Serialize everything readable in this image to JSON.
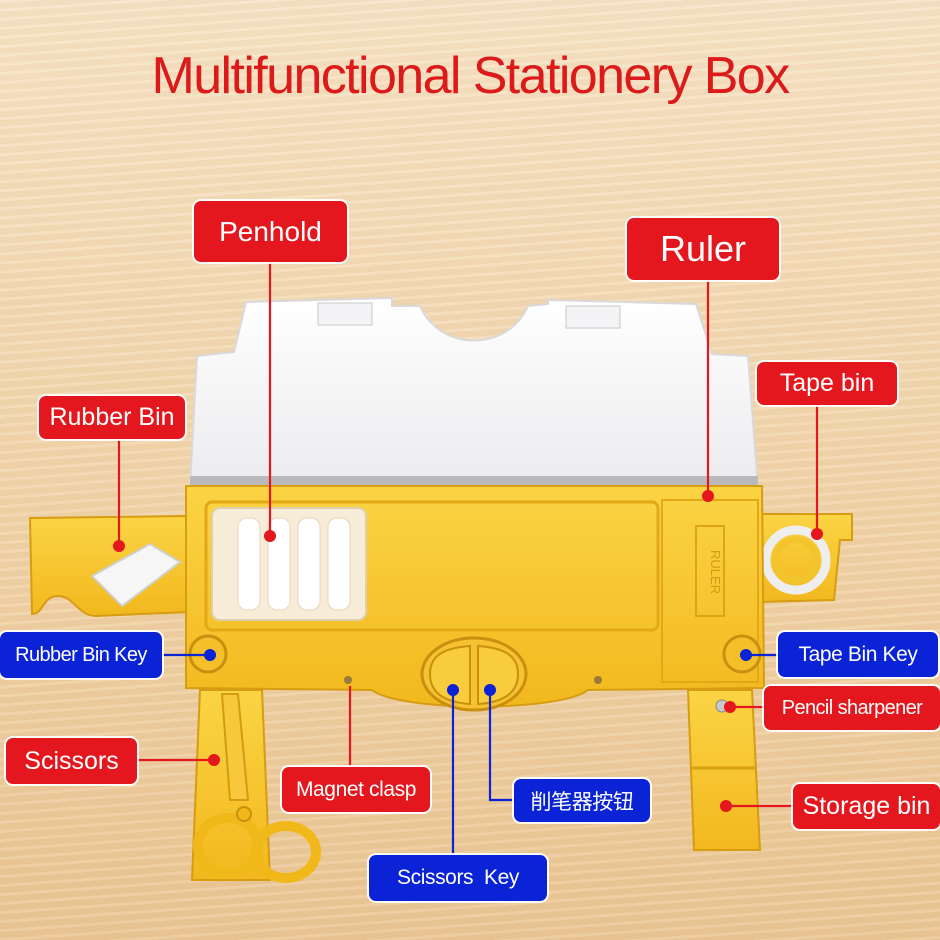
{
  "title": "Multifunctional Stationery Box",
  "labels": {
    "penhold": "Penhold",
    "ruler": "Ruler",
    "tape_bin": "Tape bin",
    "rubber_bin": "Rubber Bin",
    "rubber_bin_key": "Rubber Bin Key",
    "tape_bin_key": "Tape Bin Key",
    "pencil_sharpener": "Pencil sharpener",
    "scissors": "Scissors",
    "magnet_clasp": "Magnet clasp",
    "sharpener_button": "削笔器按钮",
    "storage_bin": "Storage bin",
    "scissors_key": "Scissors  Key"
  },
  "ruler_marking": "RULER",
  "colors": {
    "title": "#dd1a1a",
    "label_red": "#e3171d",
    "label_blue": "#0b23d6",
    "leader_red": "#e3171d",
    "leader_blue": "#0b23d6",
    "box_yellow": "#f8c72d",
    "background": "#f3dab4"
  }
}
